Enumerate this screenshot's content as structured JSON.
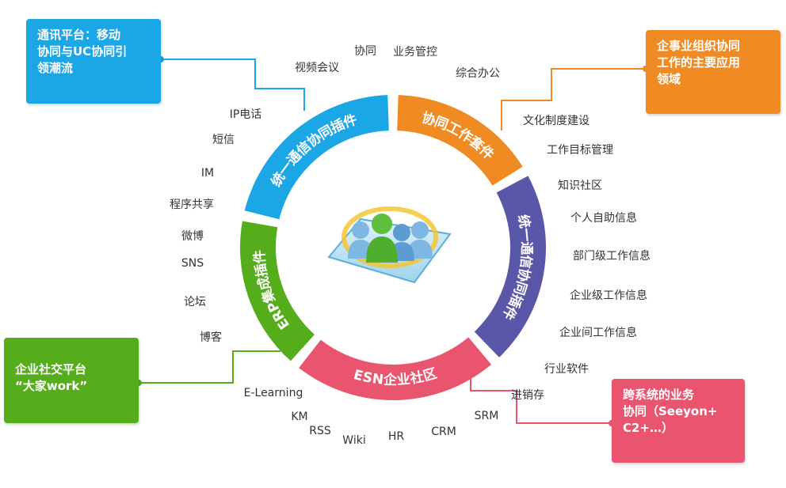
{
  "colors": {
    "cyan": "#1ba6e6",
    "orange": "#f08a22",
    "purple": "#5a56a8",
    "pink": "#e9556f",
    "green": "#55ad1c"
  },
  "ring": {
    "segments": [
      {
        "id": "uc-top",
        "label": "统一通信协同插件",
        "color": "#1ba6e6"
      },
      {
        "id": "collab-suite",
        "label": "协同工作套件",
        "color": "#f08a22"
      },
      {
        "id": "uc-right",
        "label": "统一通信协同插件",
        "color": "#5a56a8"
      },
      {
        "id": "esn",
        "label": "ESN企业社区",
        "color": "#e9556f"
      },
      {
        "id": "erp",
        "label": "ERP集成插件",
        "color": "#55ad1c"
      }
    ],
    "center_icon": "users-group-icon"
  },
  "callouts": {
    "top_left": {
      "lines": [
        "通讯平台：移动",
        "协同与UC协同引",
        "领潮流"
      ],
      "color": "#1ba6e6"
    },
    "top_right": {
      "lines": [
        "企事业组织协同",
        "工作的主要应用",
        "领域"
      ],
      "color": "#f08a22"
    },
    "bottom_left": {
      "lines": [
        "企业社交平台",
        "“大家work”"
      ],
      "color": "#55ad1c"
    },
    "bottom_right": {
      "lines": [
        "跨系统的业务",
        "协同（Seeyon+",
        "C2+…）"
      ],
      "color": "#e9556f"
    }
  },
  "labels": {
    "top": [
      "视频会议",
      "协同",
      "业务管控",
      "综合办公"
    ],
    "right": [
      "文化制度建设",
      "工作目标管理",
      "知识社区",
      "个人自助信息",
      "部门级工作信息",
      "企业级工作信息",
      "企业间工作信息",
      "行业软件",
      "进销存"
    ],
    "bottom": [
      "E-Learning",
      "KM",
      "RSS",
      "Wiki",
      "HR",
      "CRM",
      "SRM"
    ],
    "left": [
      "IP电话",
      "短信",
      "IM",
      "程序共享",
      "微博",
      "SNS",
      "论坛",
      "博客"
    ]
  }
}
